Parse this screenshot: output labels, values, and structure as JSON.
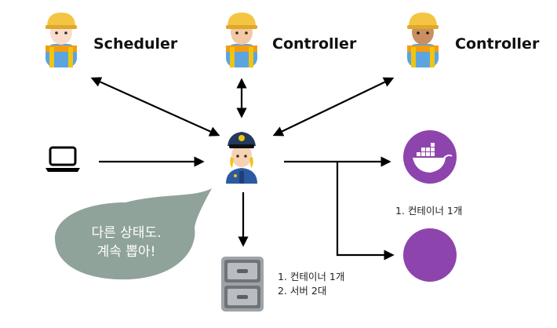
{
  "nodes": {
    "scheduler": {
      "label": "Scheduler"
    },
    "controller_center": {
      "label": "Controller"
    },
    "controller_right": {
      "label": "Controller"
    }
  },
  "speech_bubble": {
    "line1": "다른 상태도.",
    "line2": "계속 뽑아!"
  },
  "docker_status": {
    "line1": "1. 컨테이너 1개"
  },
  "storage_status": {
    "line1": "1. 컨테이너 1개",
    "line2": "2. 서버 2대"
  },
  "colors": {
    "docker_circle": "#8e44ad",
    "bubble": "#8fa39a",
    "arrow": "#000000"
  }
}
